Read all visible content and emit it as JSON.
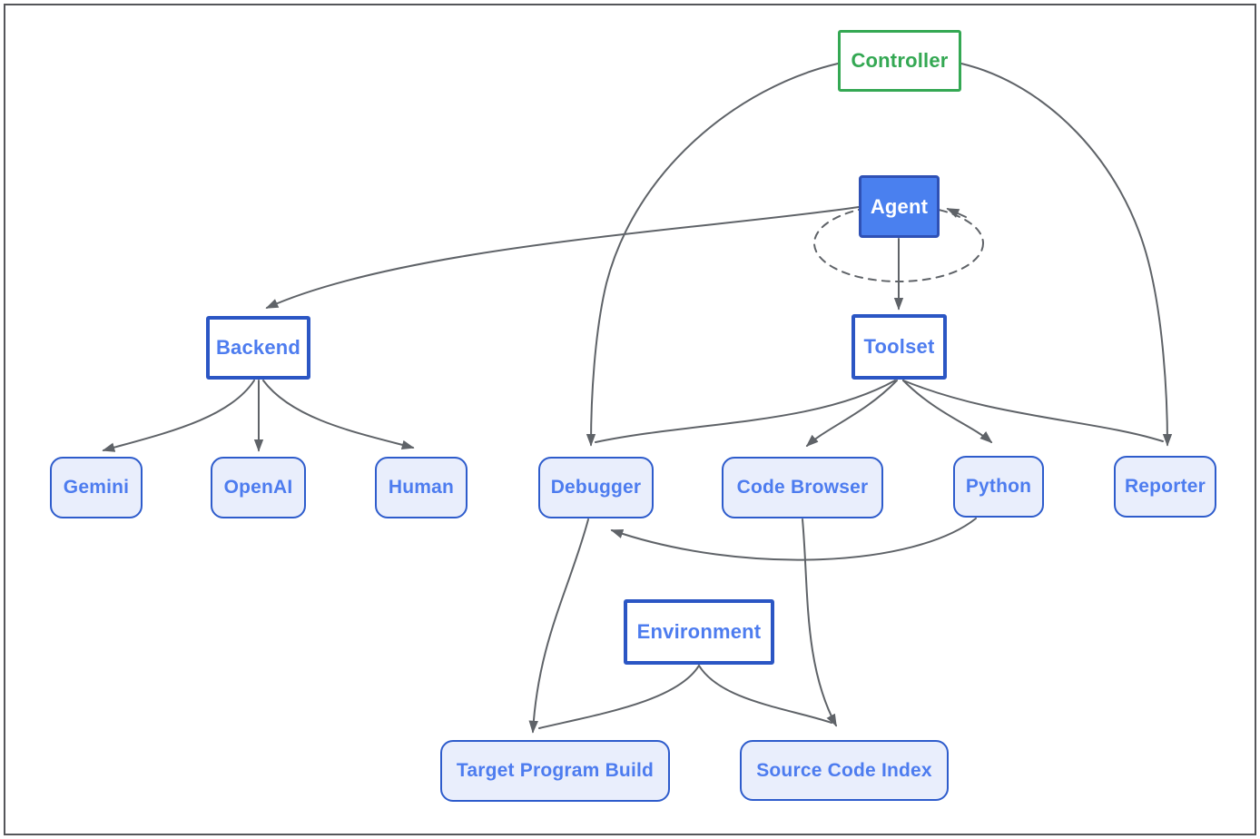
{
  "nodes": {
    "controller": {
      "label": "Controller",
      "kind": "controller"
    },
    "agent": {
      "label": "Agent",
      "kind": "agent"
    },
    "backend": {
      "label": "Backend",
      "kind": "module"
    },
    "toolset": {
      "label": "Toolset",
      "kind": "module"
    },
    "environment": {
      "label": "Environment",
      "kind": "module"
    },
    "gemini": {
      "label": "Gemini",
      "kind": "leaf"
    },
    "openai": {
      "label": "OpenAI",
      "kind": "leaf"
    },
    "human": {
      "label": "Human",
      "kind": "leaf"
    },
    "debugger": {
      "label": "Debugger",
      "kind": "leaf"
    },
    "code_browser": {
      "label": "Code Browser",
      "kind": "leaf"
    },
    "python": {
      "label": "Python",
      "kind": "leaf"
    },
    "reporter": {
      "label": "Reporter",
      "kind": "leaf"
    },
    "target_program_build": {
      "label": "Target Program Build",
      "kind": "leaf"
    },
    "source_code_index": {
      "label": "Source Code Index",
      "kind": "leaf"
    }
  },
  "edges": [
    {
      "from": "controller",
      "to": "debugger",
      "style": "solid"
    },
    {
      "from": "controller",
      "to": "reporter",
      "style": "solid"
    },
    {
      "from": "agent",
      "to": "backend",
      "style": "solid"
    },
    {
      "from": "agent",
      "to": "toolset",
      "style": "solid"
    },
    {
      "from": "agent",
      "to": "agent",
      "style": "dashed",
      "note": "self-loop"
    },
    {
      "from": "backend",
      "to": "gemini",
      "style": "solid"
    },
    {
      "from": "backend",
      "to": "openai",
      "style": "solid"
    },
    {
      "from": "backend",
      "to": "human",
      "style": "solid"
    },
    {
      "from": "toolset",
      "to": "debugger",
      "style": "solid"
    },
    {
      "from": "toolset",
      "to": "code_browser",
      "style": "solid"
    },
    {
      "from": "toolset",
      "to": "python",
      "style": "solid"
    },
    {
      "from": "toolset",
      "to": "reporter",
      "style": "solid"
    },
    {
      "from": "python",
      "to": "debugger",
      "style": "solid"
    },
    {
      "from": "debugger",
      "to": "target_program_build",
      "style": "solid"
    },
    {
      "from": "code_browser",
      "to": "source_code_index",
      "style": "solid"
    },
    {
      "from": "environment",
      "to": "target_program_build",
      "style": "solid"
    },
    {
      "from": "environment",
      "to": "source_code_index",
      "style": "solid"
    }
  ],
  "colors": {
    "green": "#34A853",
    "blue-fill": "#4A80EF",
    "blue-border": "#2B56C4",
    "blue-border-dark": "#2F51B5",
    "blue-text": "#4D7CEF",
    "tool-fill": "#E9EEFC",
    "tool-border": "#2E5CCC",
    "edge": "#5F6368",
    "frame": "#55565A",
    "agent-text": "#FFFFFF"
  }
}
